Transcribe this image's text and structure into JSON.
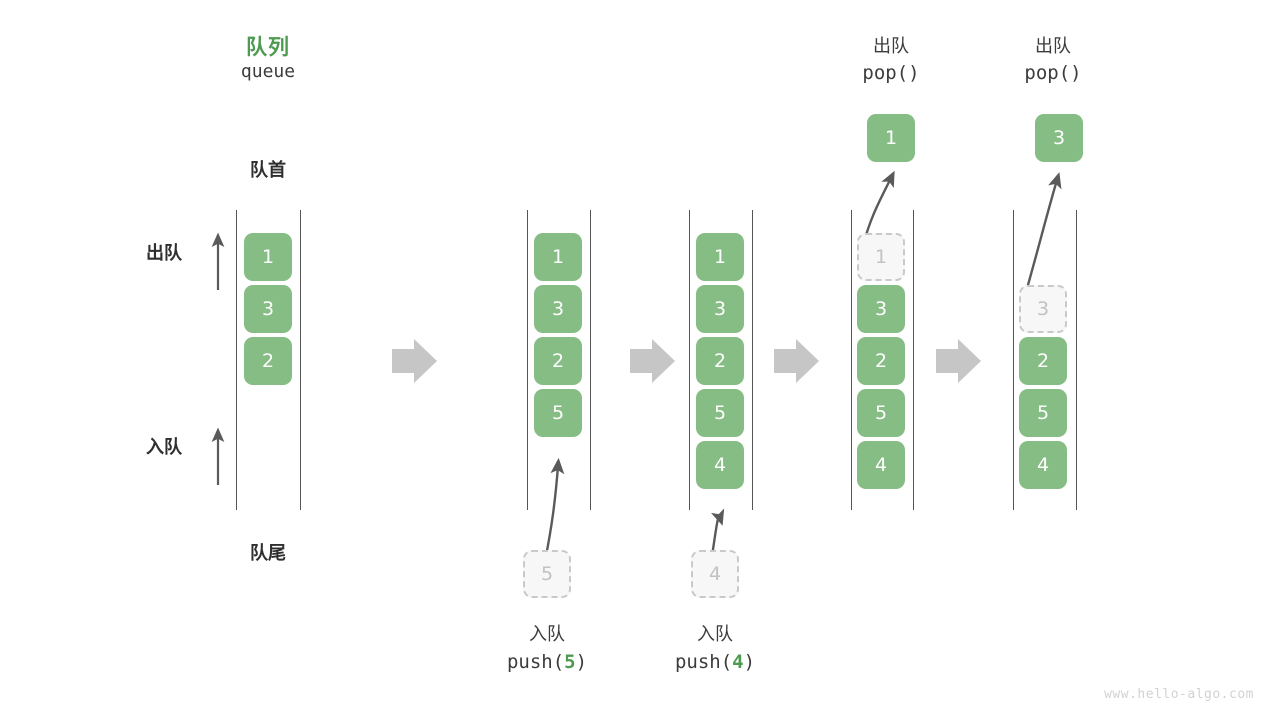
{
  "diagram": {
    "title_cn": "队列",
    "title_code": "queue",
    "front_label": "队首",
    "back_label": "队尾",
    "dequeue_label": "出队",
    "enqueue_label": "入队",
    "watermark": "www.hello-algo.com",
    "colors": {
      "element_fill": "#85bd84",
      "element_text": "#ffffff",
      "ghost_fill": "#f7f7f7",
      "ghost_border": "#c9c9c9",
      "ghost_text": "#c2c2c2",
      "rail": "#555555",
      "arrow": "#5a5a5a",
      "step_arrow": "#c6c6c6",
      "accent_green": "#4e9a51",
      "text": "#3c3c3c",
      "watermark": "#d2d2d2"
    }
  },
  "columns": [
    {
      "id": "initial",
      "head_cn": "",
      "head_code": "",
      "elements": [
        "1",
        "3",
        "2"
      ],
      "ghost_index": -1,
      "popped_value": "",
      "op_cn": "",
      "op_code_prefix": "",
      "op_code_value": "",
      "op_code_suffix": ""
    },
    {
      "id": "push-5",
      "head_cn": "",
      "head_code": "",
      "elements": [
        "1",
        "3",
        "2",
        "5"
      ],
      "ghost_index": -1,
      "incoming_value": "5",
      "popped_value": "",
      "op_cn": "入队",
      "op_code_prefix": "push(",
      "op_code_value": "5",
      "op_code_suffix": ")"
    },
    {
      "id": "push-4",
      "head_cn": "",
      "head_code": "",
      "elements": [
        "1",
        "3",
        "2",
        "5",
        "4"
      ],
      "ghost_index": -1,
      "incoming_value": "4",
      "popped_value": "",
      "op_cn": "入队",
      "op_code_prefix": "push(",
      "op_code_value": "4",
      "op_code_suffix": ")"
    },
    {
      "id": "pop-1",
      "head_cn": "出队",
      "head_code": "pop()",
      "elements": [
        "1",
        "3",
        "2",
        "5",
        "4"
      ],
      "ghost_index": 0,
      "popped_value": "1",
      "op_cn": "",
      "op_code_prefix": "",
      "op_code_value": "",
      "op_code_suffix": ""
    },
    {
      "id": "pop-3",
      "head_cn": "出队",
      "head_code": "pop()",
      "elements": [
        "",
        "3",
        "2",
        "5",
        "4"
      ],
      "ghost_index": 1,
      "popped_value": "3",
      "op_cn": "",
      "op_code_prefix": "",
      "op_code_value": "",
      "op_code_suffix": ""
    }
  ],
  "step_arrows": [
    {
      "index": 0
    },
    {
      "index": 1
    },
    {
      "index": 2
    },
    {
      "index": 3
    }
  ]
}
